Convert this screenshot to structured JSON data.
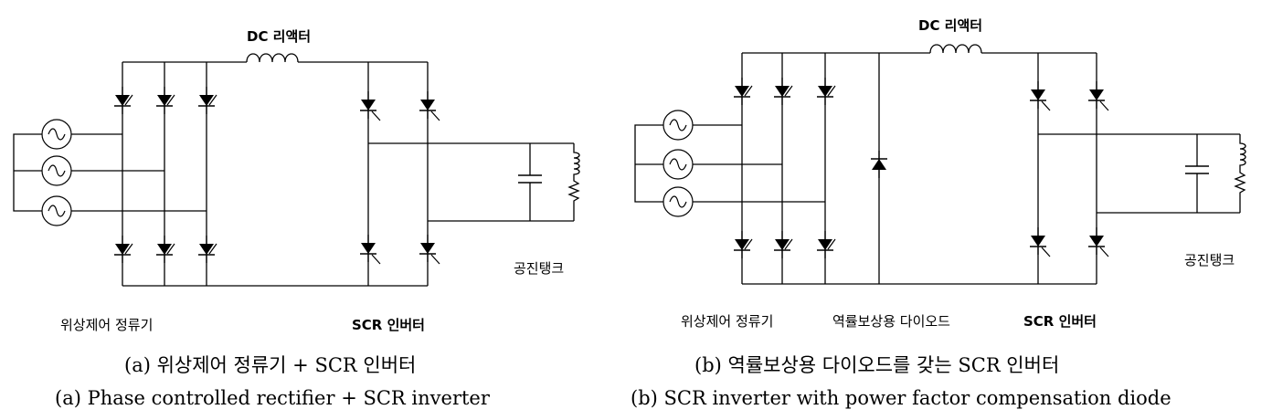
{
  "diagram_a": {
    "label_reactor": "DC 리액터",
    "label_rectifier": "위상제어 정류기",
    "label_inverter": "SCR 인버터",
    "label_tank": "공진탱크",
    "caption_ko": "(a) 위상제어 정류기 + SCR 인버터",
    "caption_en": "(a) Phase controlled rectifier + SCR inverter"
  },
  "diagram_b": {
    "label_reactor": "DC 리액터",
    "label_rectifier": "위상제어 정류기",
    "label_diode": "역률보상용 다이오드",
    "label_inverter": "SCR 인버터",
    "label_tank": "공진탱크",
    "caption_ko": "(b) 역률보상용 다이오드를 갖는 SCR 인버터",
    "caption_en": "(b) SCR inverter with power factor compensation diode"
  }
}
